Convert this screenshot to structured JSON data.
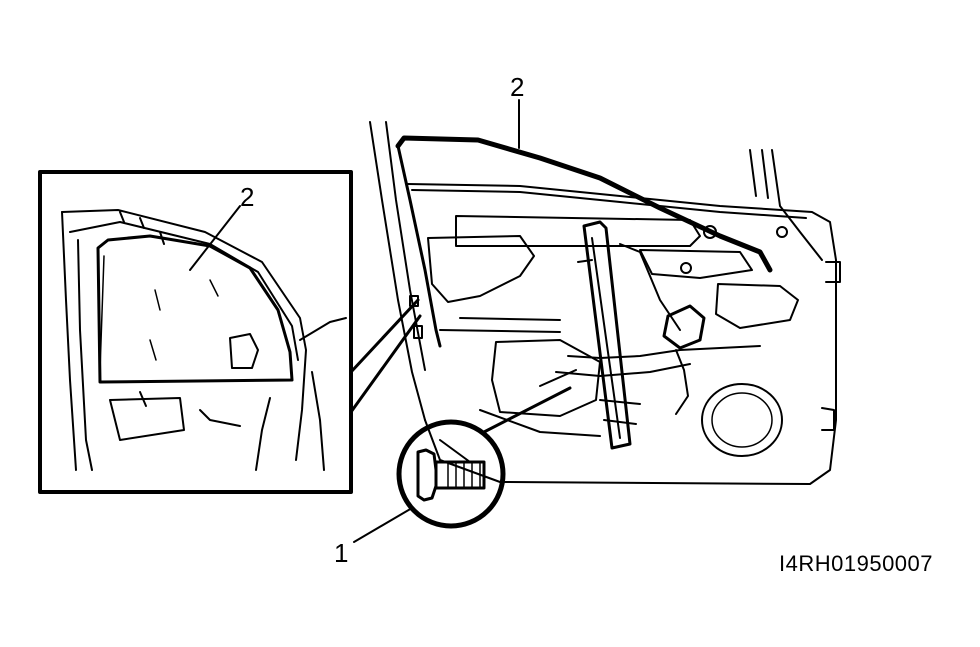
{
  "callouts": {
    "inset_label": "2",
    "main_glass_label": "2",
    "bolt_label": "1"
  },
  "figure_code": "I4RH01950007",
  "colors": {
    "ink": "#000000",
    "paper": "#ffffff"
  }
}
